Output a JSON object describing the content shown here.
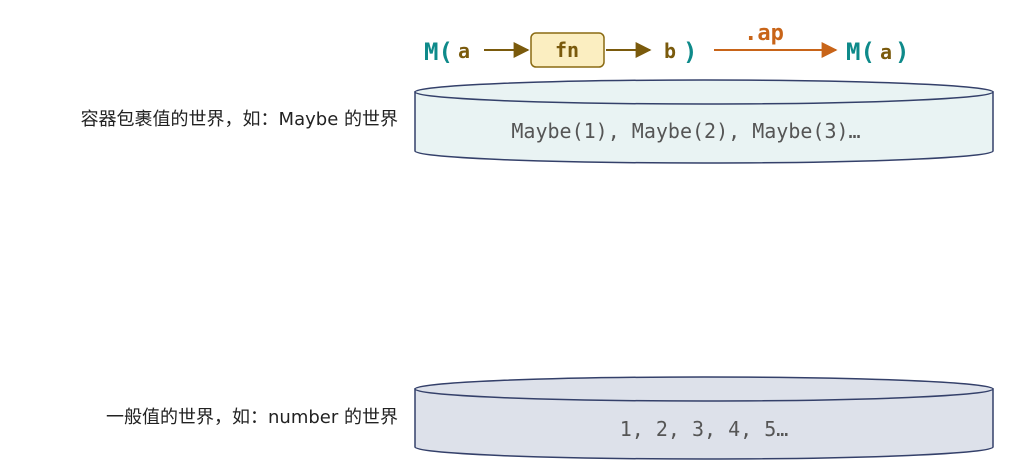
{
  "colors": {
    "teal": "#0e8a8a",
    "olive": "#7a5a0c",
    "orange": "#c86418",
    "fn_box_fill": "#fbeec1",
    "fn_box_stroke": "#8a6a12",
    "container_world_fill": "#e9f3f3",
    "plain_world_fill": "#dde1ea",
    "world_stroke": "#34406a"
  },
  "formula": {
    "open": "M(",
    "input": "a",
    "fn": "fn",
    "output": "b",
    "close": ")",
    "ap": ".ap",
    "result_open": "M(",
    "result_inner": "a",
    "result_close": ")"
  },
  "container_world": {
    "label": "容器包裹值的世界，如：Maybe 的世界",
    "content": "Maybe(1), Maybe(2), Maybe(3)…"
  },
  "plain_world": {
    "label": "一般值的世界，如：number 的世界",
    "content": "1, 2, 3, 4, 5…"
  }
}
